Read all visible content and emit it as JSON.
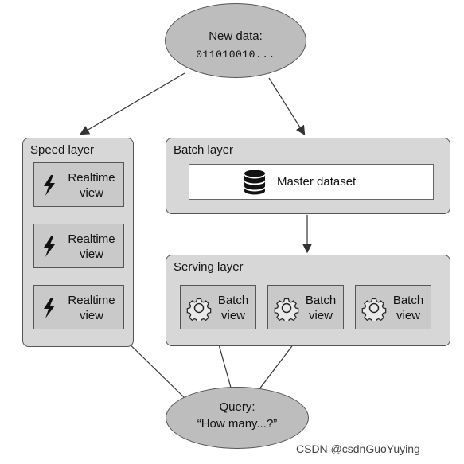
{
  "new_data": {
    "title": "New data:",
    "bits": "011010010..."
  },
  "speed_layer": {
    "title": "Speed layer",
    "views": [
      {
        "line1": "Realtime",
        "line2": "view",
        "icon": "lightning-icon"
      },
      {
        "line1": "Realtime",
        "line2": "view",
        "icon": "lightning-icon"
      },
      {
        "line1": "Realtime",
        "line2": "view",
        "icon": "lightning-icon"
      }
    ]
  },
  "batch_layer": {
    "title": "Batch layer",
    "master_label": "Master dataset",
    "icon": "database-icon"
  },
  "serving_layer": {
    "title": "Serving layer",
    "views": [
      {
        "line1": "Batch",
        "line2": "view",
        "icon": "gear-icon"
      },
      {
        "line1": "Batch",
        "line2": "view",
        "icon": "gear-icon"
      },
      {
        "line1": "Batch",
        "line2": "view",
        "icon": "gear-icon"
      }
    ]
  },
  "query": {
    "line1": "Query:",
    "line2": "“How many...?”"
  },
  "watermark": "CSDN @csdnGuoYuying"
}
